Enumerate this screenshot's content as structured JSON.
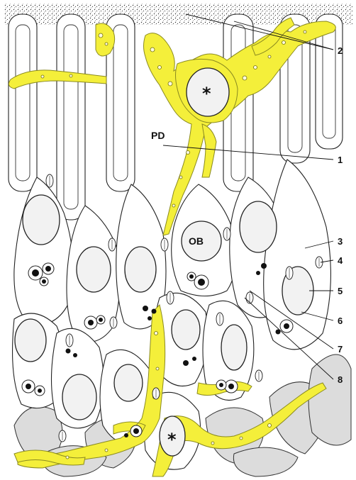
{
  "figure": {
    "colors": {
      "glia": "#f4ef3a",
      "cell_fill": "#ffffff",
      "background_cells": "#dcdcdc",
      "outline": "#222222"
    },
    "inner_labels": {
      "pd": "PD",
      "ob": "OB",
      "star_top": "*",
      "star_bottom": "*"
    },
    "side_labels": [
      "1",
      "2",
      "3",
      "4",
      "5",
      "6",
      "7",
      "8"
    ]
  }
}
